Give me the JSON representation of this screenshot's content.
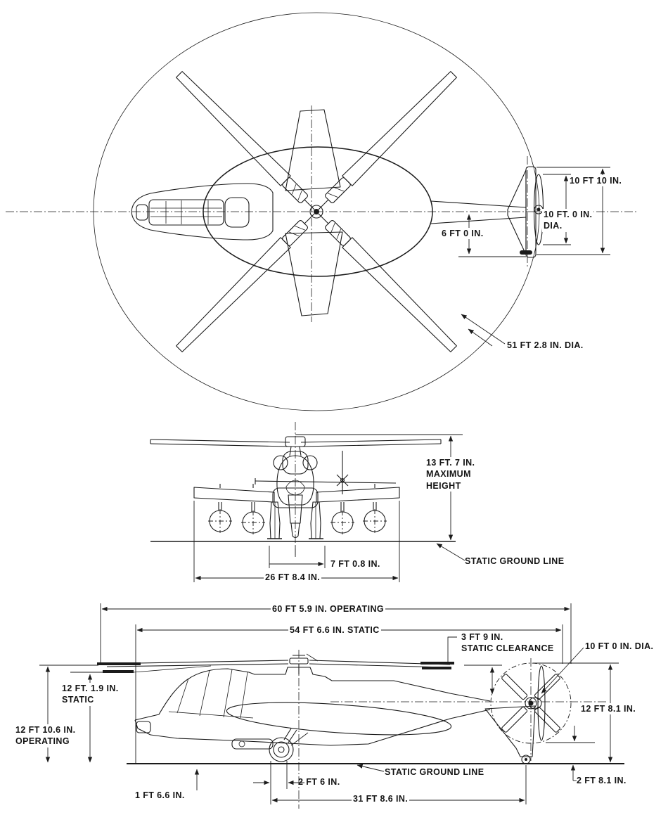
{
  "figure": {
    "kind": "three-view dimensioned engineering drawing",
    "subject": "compound attack helicopter with main rotor, wings, tail rotor and pusher propeller",
    "views": [
      "top view",
      "front view",
      "side view"
    ],
    "ink_color": "#1b1b1b",
    "paper_color": "#ffffff"
  },
  "labels": {
    "stab_span": "10 FT 10 IN.",
    "pusher_prop_dia_top": "10 FT. 0 IN.\nDIA.",
    "tail_offset": "6 FT 0 IN.",
    "main_rotor_dia": "51 FT 2.8 IN. DIA.",
    "max_height": "13 FT. 7 IN.\nMAXIMUM\nHEIGHT",
    "static_ground_line_front": "STATIC GROUND LINE",
    "gear_track": "7 FT 0.8 IN.",
    "wing_span": "26 FT 8.4 IN.",
    "length_operating": "60 FT 5.9 IN. OPERATING",
    "length_static": "54 FT 6.6 IN. STATIC",
    "static_clearance": "3 FT 9 IN.\nSTATIC CLEARANCE",
    "tail_rotor_dia_side": "10 FT 0 IN. DIA.",
    "height_static": "12 FT. 1.9 IN.\nSTATIC",
    "height_operating": "12 FT 10.6 IN.\nOPERATING",
    "tail_height": "12 FT 8.1 IN.",
    "tail_rotor_clearance": "2 FT 8.1 IN.",
    "nose_clearance": "1 FT 6.6 IN.",
    "gear_offset": "2 FT 6 IN.",
    "static_ground_line_side": "STATIC GROUND LINE",
    "wheel_base": "31 FT 8.6 IN."
  }
}
